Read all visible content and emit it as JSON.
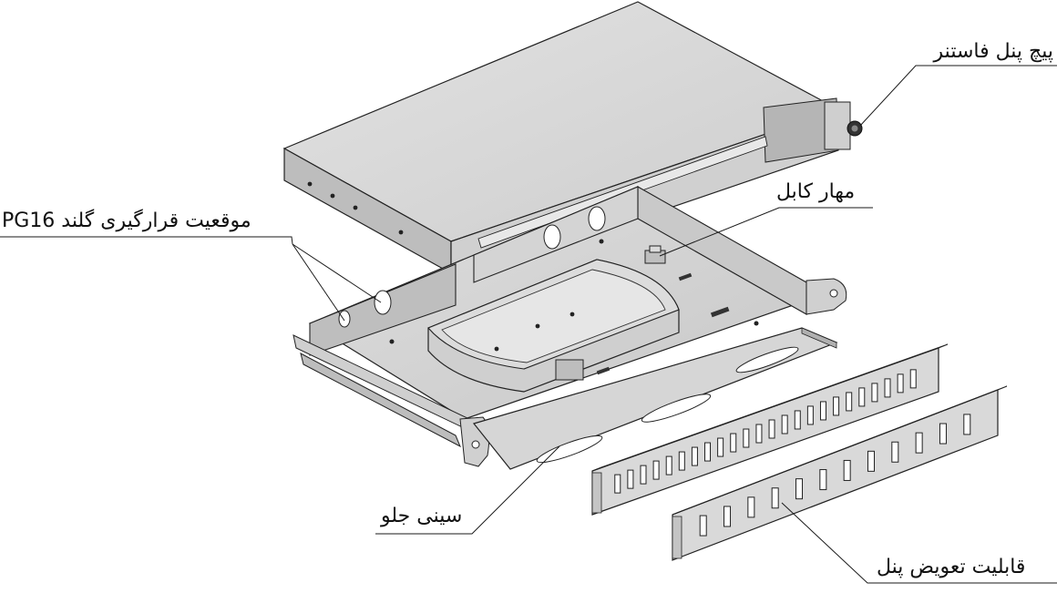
{
  "labels": {
    "panel_screw": "پیچ پنل فاستنر",
    "cable_clamp": "مهار کابل",
    "gland_position": "موقعیت قرارگیری گلند PG16",
    "front_tray": "سینی جلو",
    "panel_replaceable": "قابلیت تعویض پنل"
  },
  "colors": {
    "line": "#1a1a1a",
    "body_light": "#e4e4e4",
    "body_mid": "#cfcfcf",
    "body_dark": "#a9a9a9",
    "hole": "#ffffff"
  },
  "counts": {
    "port_slots_back_panel": 24,
    "port_slots_front_panel": 12
  }
}
